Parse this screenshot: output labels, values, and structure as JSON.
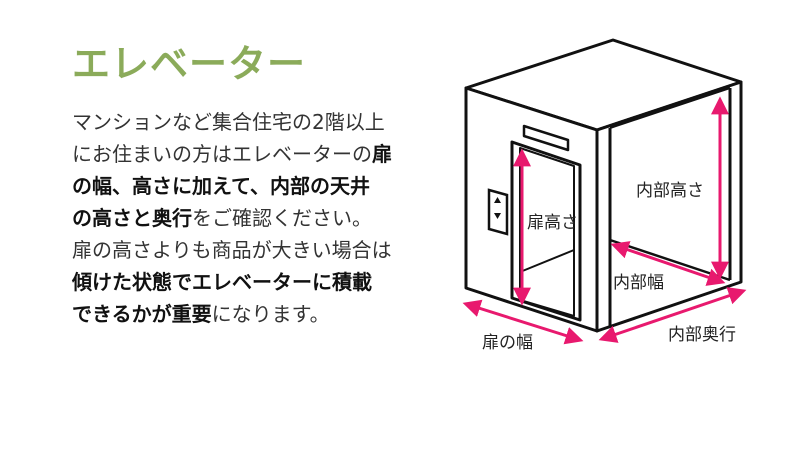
{
  "title": "エレベーター",
  "body": {
    "l1": "マンションなど集合住宅の2階以上",
    "l2_normal": "にお住まいの方はエレベーターの",
    "l2_bold": "扉",
    "l3_bold": "の幅、高さに加えて、内部の天井",
    "l4_bold": "の高さと奥行",
    "l4_normal": "をご確認ください。",
    "l5": "扉の高さよりも商品が大きい場合は",
    "l6_bold": "傾けた状態でエレベーターに積載",
    "l7_bold": "できるかが重要",
    "l7_normal": "になります。"
  },
  "diagram": {
    "labels": {
      "door_height": "扉高さ",
      "inner_height": "内部高さ",
      "inner_width": "内部幅",
      "door_width": "扉の幅",
      "inner_depth": "内部奥行"
    },
    "colors": {
      "arrow": "#e8196e",
      "line": "#111111",
      "title": "#8bab5a"
    },
    "icons": {
      "call_button": "up-down-arrows-icon"
    }
  }
}
